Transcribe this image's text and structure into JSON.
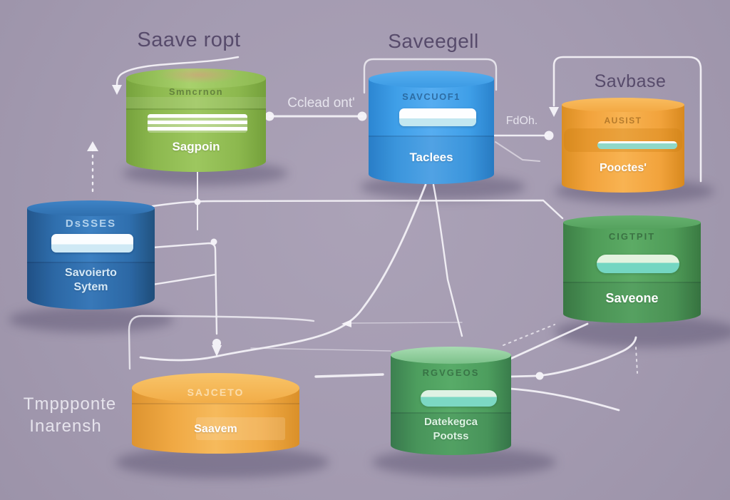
{
  "titles": {
    "left": "Saave ropt",
    "center": "Saveegell",
    "right": "Savbase"
  },
  "connectors": {
    "left_label": "Cclead ont'",
    "right_label": "FdOh."
  },
  "side_note": {
    "line1": "Tmppponte",
    "line2": "Inarensh"
  },
  "nodes": {
    "green_top_left": {
      "header": "Smncrnon",
      "label": "Sagpoin",
      "color": "#8cb84e"
    },
    "blue_top_center": {
      "header": "SAVCUOF1",
      "label": "Taclees",
      "color": "#3f9fe8"
    },
    "orange_top_right": {
      "header": "AUSIST",
      "label": "Pooctes'",
      "color": "#f2a33c"
    },
    "blue_mid_left": {
      "header": "DsSSES",
      "label": "Savoierto",
      "label2": "Sytem",
      "color": "#2f6fae"
    },
    "green_mid_right": {
      "header": "CIGTPIT",
      "label": "Saveone",
      "color": "#4f9c58"
    },
    "orange_bottom_left": {
      "header": "SAJCETO",
      "label": "Saavem",
      "color": "#f0a944"
    },
    "green_bottom_center": {
      "header": "RGVGEOS",
      "label": "Datekegca",
      "label2": "Pootss",
      "color": "#4d9e5e"
    }
  },
  "colors": {
    "background": "#a49bb1",
    "line": "#f6f4f9",
    "title_text": "#574b6b",
    "light_text": "#eceaf2",
    "teal_accent": "#7cd8c4"
  }
}
